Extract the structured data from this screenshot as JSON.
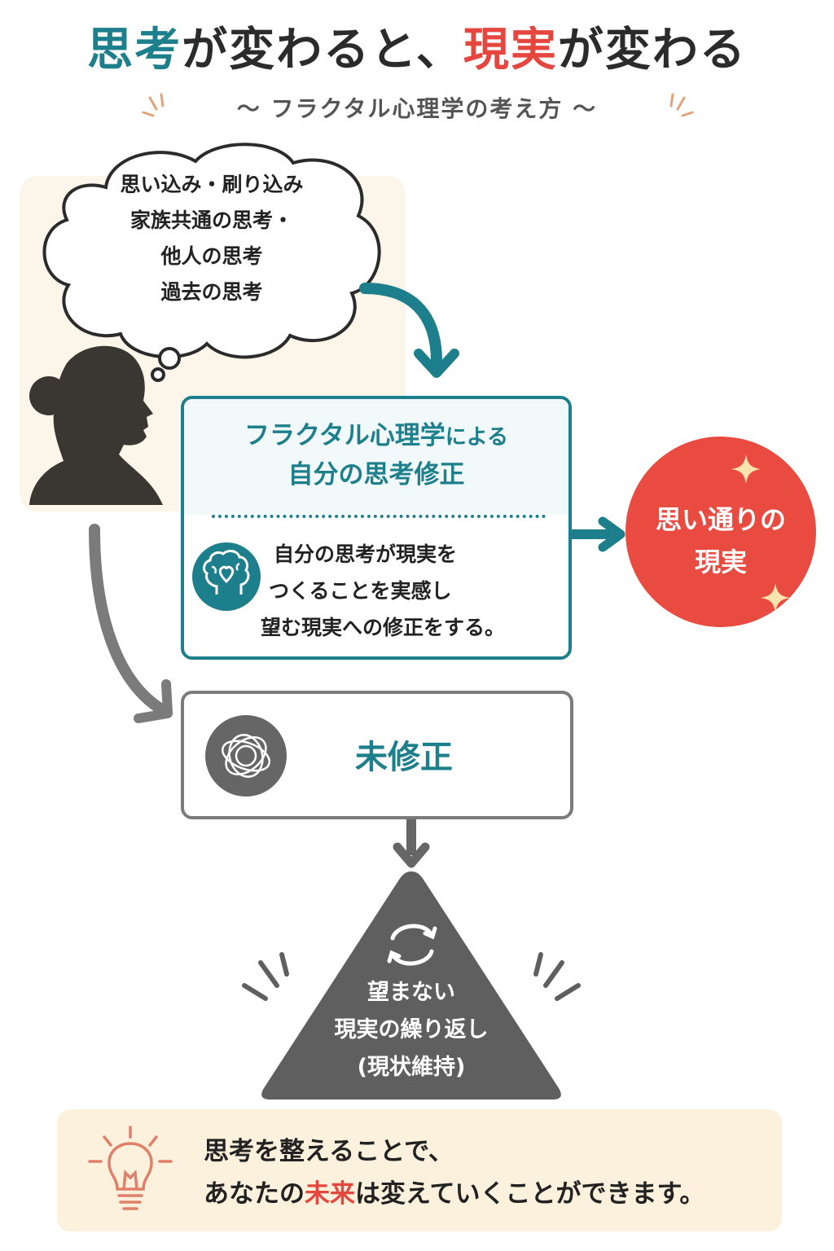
{
  "title": {
    "part1": "思考",
    "part2": "が変わると、",
    "part3": "現実",
    "part4": "が変わる"
  },
  "subtitle": "〜 フラクタル心理学の考え方 〜",
  "thought_bubble": {
    "lines": [
      "思い込み・刷り込み",
      "家族共通の思考・",
      "他人の思考",
      "過去の思考"
    ]
  },
  "correction_box": {
    "title_main": "フラクタル心理学",
    "title_suffix": "による",
    "title_line2": "自分の思考修正",
    "body_lines": [
      "自分の思考が現実を",
      "つくることを実感し",
      "望む現実への修正をする。"
    ],
    "icon": "brain-heart-icon"
  },
  "result": {
    "line1": "思い通りの",
    "line2": "現実"
  },
  "uncorrected_box": {
    "label": "未修正",
    "icon": "tangled-thread-icon"
  },
  "warning_triangle": {
    "icon": "cycle-arrows-icon",
    "lines": [
      "望まない",
      "現実の繰り返し",
      "(現状維持)"
    ]
  },
  "bottom_message": {
    "line1": "思考を整えることで、",
    "line2_pre": "あなたの",
    "line2_highlight": "未来",
    "line2_post": "は変えていくことができます。",
    "icon": "lightbulb-icon"
  },
  "colors": {
    "teal": "#1d7e8c",
    "red": "#e94b40",
    "gray": "#666666",
    "beige": "#fbf6e9"
  }
}
